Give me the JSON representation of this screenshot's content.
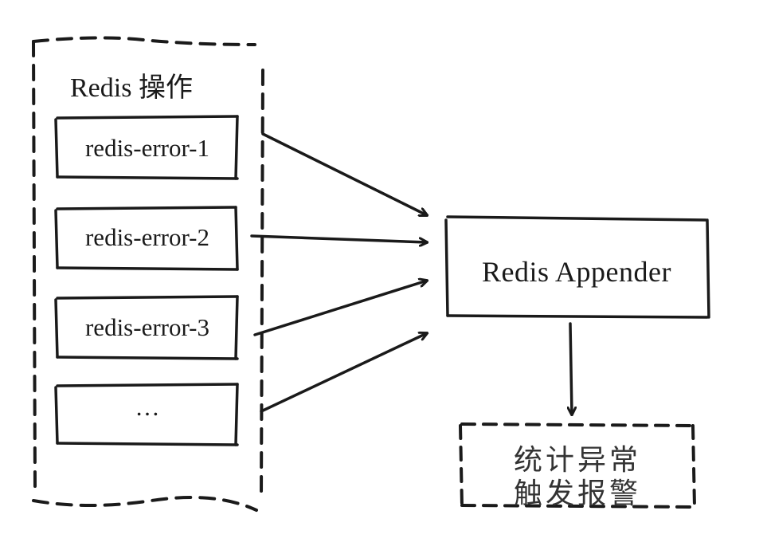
{
  "group": {
    "title": "Redis 操作"
  },
  "errors": [
    "redis-error-1",
    "redis-error-2",
    "redis-error-3",
    "…"
  ],
  "appender": {
    "label": "Redis Appender"
  },
  "alert": {
    "line1": "统计异常",
    "line2": "触发报警"
  },
  "colors": {
    "stroke": "#1a1a1a",
    "background": "#ffffff"
  }
}
